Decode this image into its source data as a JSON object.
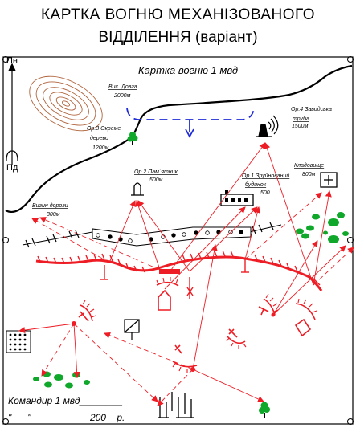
{
  "title_line1": "КАРТКА ВОГНЮ МЕХАНІЗОВАНОГО",
  "title_line2": "ВІДДІЛЕННЯ (варіант)",
  "card_title": "Картка вогню 1 мвд",
  "north_label": "Пн",
  "south_label": "Пд",
  "landmarks": {
    "height_name": "Вис. Довга",
    "height_dist": "2000м",
    "or3_line1": "Ор.3 Окреме",
    "or3_line2": "дерево",
    "or3_dist": "1200м",
    "or4_line1": "Ор.4 Заводська",
    "or4_line2": "труба",
    "or4_dist": "1500м",
    "or2_line1": "Ор.2 Пам`ятник",
    "or2_dist": "500м",
    "or1_line1": "Ор.1 Зруйнований",
    "or1_line2": "будинок",
    "or1_dist": "500",
    "cemetery": "Кладовище",
    "cemetery_dist": "800м",
    "road_bend": "Вигин дороги",
    "road_bend_dist": "300м"
  },
  "signature_line1": "Командир 1 мвд________",
  "signature_line2": "\"___\"___________200__р.",
  "colors": {
    "red": "#ee1c24",
    "blue": "#1e2bd6",
    "green": "#0fa82a",
    "brown": "#b0643c",
    "black": "#000000"
  }
}
